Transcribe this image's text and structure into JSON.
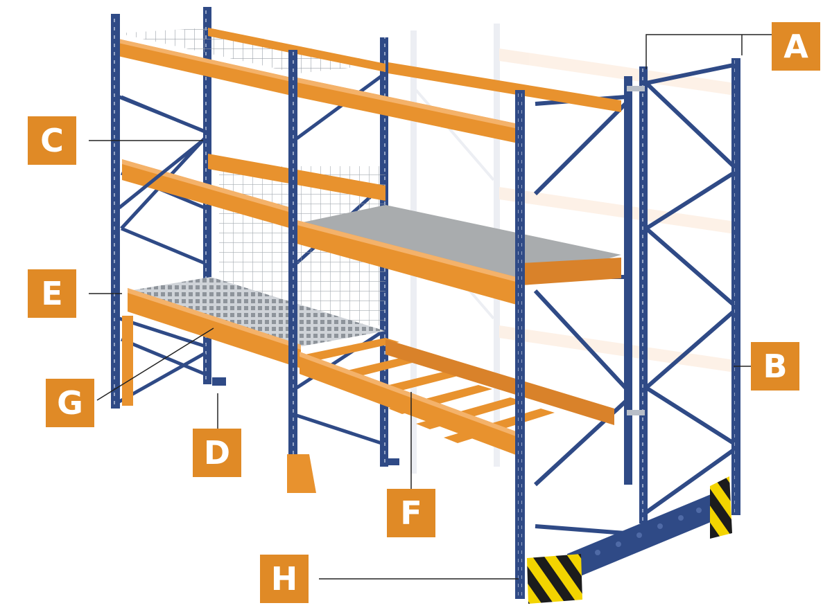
{
  "colors": {
    "frame_blue": "#2f4a86",
    "beam_orange": "#e8922e",
    "callout_orange": "#e08a26",
    "deck_grey": "#a9acae",
    "mesh_grey": "#c9ccd0",
    "hazard_yellow": "#f3d400",
    "hazard_black": "#1c1c1c",
    "leader_line": "#222222"
  },
  "callouts": {
    "a": "A",
    "b": "B",
    "c": "C",
    "d": "D",
    "e": "E",
    "f": "F",
    "g": "G",
    "h": "H"
  }
}
